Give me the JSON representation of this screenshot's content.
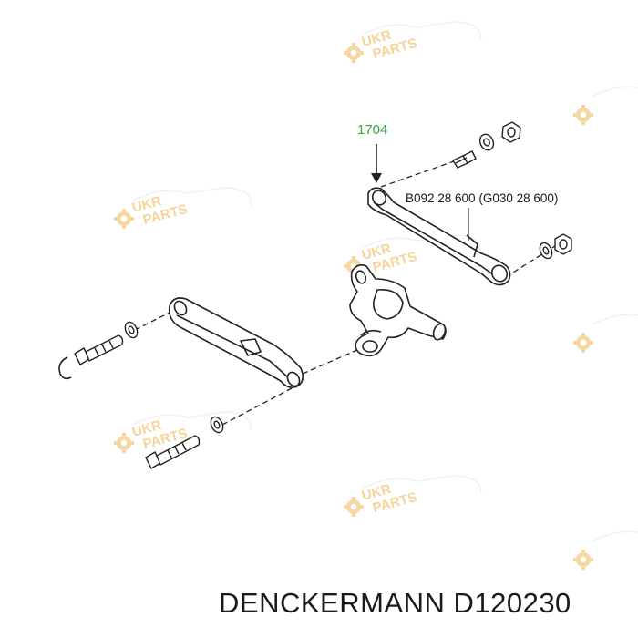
{
  "diagram": {
    "part_number_label": "1704",
    "reference_label": "B092 28 600 (G030 28 600)"
  },
  "watermark": {
    "line1": "UKR",
    "line2": "PARTS",
    "color": "#f0b85a"
  },
  "footer": {
    "text": "DENCKERMANN D120230"
  },
  "colors": {
    "line": "#222222",
    "label_green": "#3aa540"
  }
}
